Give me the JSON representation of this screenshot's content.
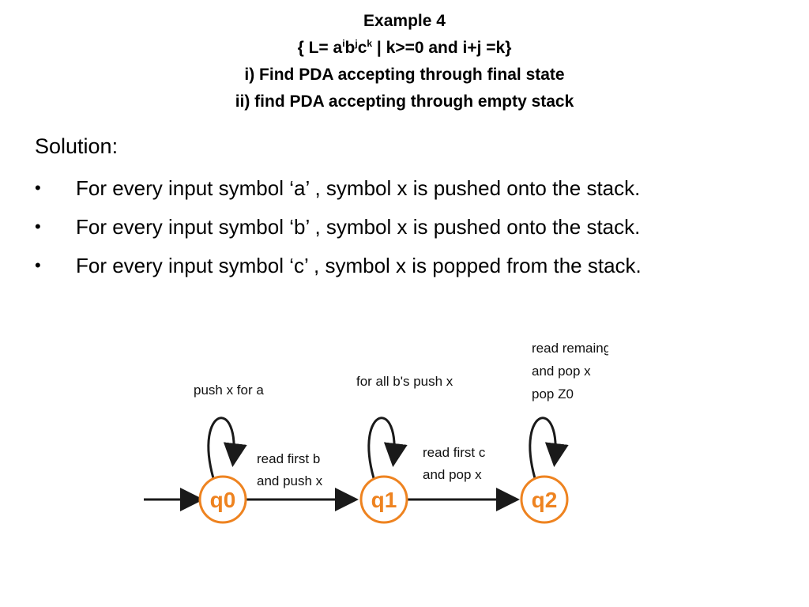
{
  "title": {
    "line1": "Example 4",
    "line2": {
      "open": "{ L= a",
      "sup_i": "i",
      "b": "b",
      "sup_j": "j",
      "c": "c",
      "sup_k": "k",
      "rest": " | k>=0 and i+j =k}"
    },
    "line3": "i) Find PDA accepting through final state",
    "line4": "ii) find PDA accepting through empty stack"
  },
  "solution": {
    "heading": "Solution:",
    "bullets": [
      "For every input symbol ‘a’ , symbol x is pushed onto the stack.",
      "For every input symbol ‘b’ , symbol x is pushed onto the stack.",
      "For every input symbol ‘c’ , symbol x is popped  from the stack."
    ],
    "bullet_glyph": "•"
  },
  "diagram": {
    "states": [
      {
        "id": "q0",
        "label": "q0"
      },
      {
        "id": "q1",
        "label": "q1"
      },
      {
        "id": "q2",
        "label": "q2"
      }
    ],
    "loops": {
      "q0": [
        "push x for a"
      ],
      "q1": [
        "for all b's push x"
      ],
      "q2": [
        "read remaing c's",
        "and pop x",
        "pop Z0"
      ]
    },
    "transitions": {
      "q0_q1": [
        "read first b",
        "and push x"
      ],
      "q1_q2": [
        "read first c",
        "and pop x"
      ]
    },
    "colors": {
      "state_border": "#ee8320",
      "state_text": "#ee8320",
      "arrow": "#1a1a1a"
    }
  }
}
